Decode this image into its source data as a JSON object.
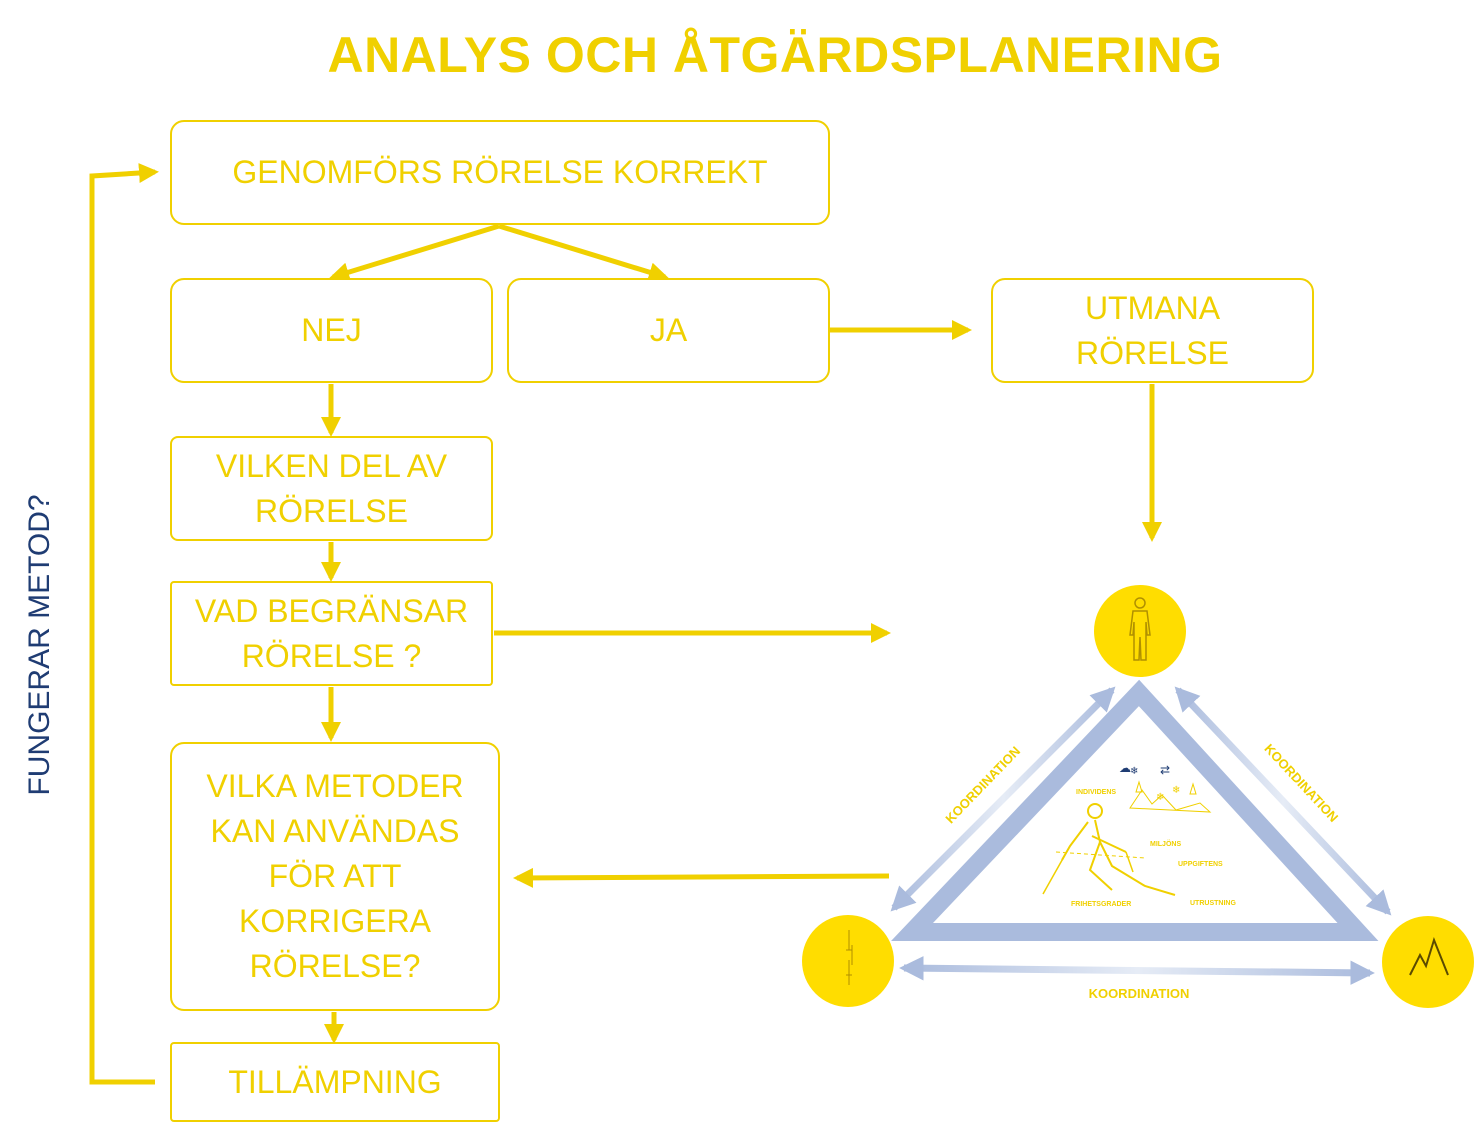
{
  "title": "ANALYS OCH ÅTGÄRDSPLANERING",
  "side_label": "FUNGERAR METOD?",
  "boxes": {
    "genomfors": "GENOMFÖRS RÖRELSE KORREKT",
    "nej": "NEJ",
    "ja": "JA",
    "utmana": [
      "UTMANA",
      "RÖRELSE"
    ],
    "vilken_del": [
      "VILKEN DEL AV",
      "RÖRELSE"
    ],
    "vad_begransar": [
      "VAD BEGRÄNSAR",
      "RÖRELSE ?"
    ],
    "vilka_metoder": [
      "VILKA METODER",
      "KAN ANVÄNDAS",
      "FÖR ATT",
      "KORRIGERA",
      "RÖRELSE?"
    ],
    "tillampning": "TILLÄMPNING"
  },
  "triangle": {
    "edge_labels": {
      "left": "KOORDINATION",
      "right": "KOORDINATION",
      "bottom": "KOORDINATION"
    },
    "inner_labels": {
      "individens": "INDIVIDENS",
      "miljons": "MILJÖNS",
      "uppgiftens": "UPPGIFTENS",
      "frihetsgrader": "FRIHETSGRADER",
      "utrustning": "UTRUSTNING"
    },
    "nodes": {
      "top": "body-figure-icon",
      "left": "task-line-icon",
      "right": "mountain-icon"
    }
  },
  "colors": {
    "accent": "#f0d000",
    "side_label": "#1f3c73",
    "triangle": "#aabbdd"
  }
}
